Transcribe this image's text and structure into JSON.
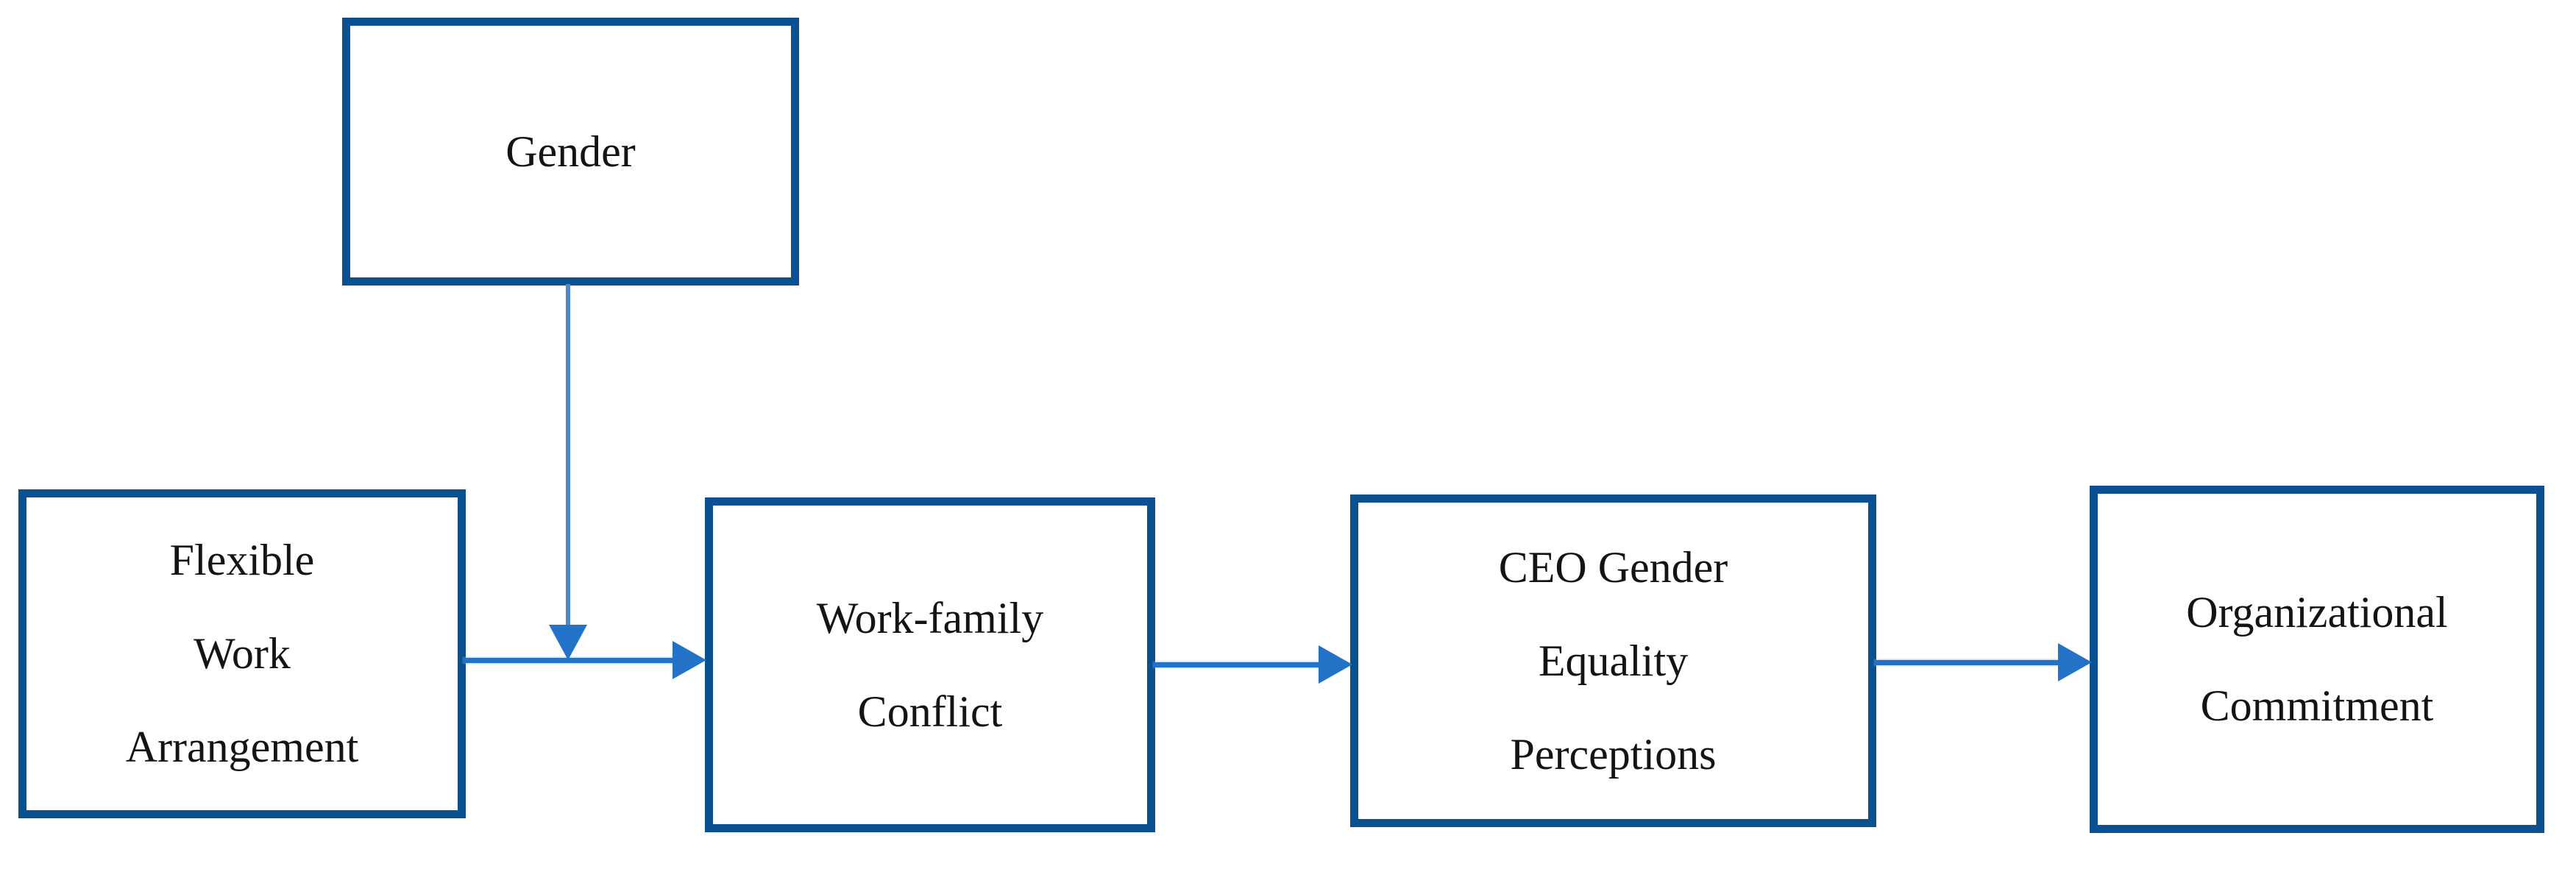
{
  "diagram": {
    "background": "#ffffff",
    "colors": {
      "box_border": "#0a5191",
      "arrow": "#2272c8",
      "moderator_arrow": "#4c87cf",
      "text": "#141414"
    },
    "boxes": [
      {
        "id": "gender",
        "label": "Gender",
        "lines": [
          "Gender"
        ]
      },
      {
        "id": "flexible-work-arrangement",
        "label": "Flexible Work Arrangement",
        "lines": [
          "Flexible",
          "Work",
          "Arrangement"
        ]
      },
      {
        "id": "work-family-conflict",
        "label": "Work-family Conflict",
        "lines": [
          "Work-family",
          "Conflict"
        ]
      },
      {
        "id": "ceo-gender-equality-perceptions",
        "label": "CEO Gender Equality Perceptions",
        "lines": [
          "CEO Gender",
          "Equality",
          "Perceptions"
        ]
      },
      {
        "id": "organizational-commitment",
        "label": "Organizational Commitment",
        "lines": [
          "Organizational",
          "Commitment"
        ]
      }
    ],
    "connectors": [
      {
        "from": "flexible-work-arrangement",
        "to": "work-family-conflict",
        "type": "arrow-right"
      },
      {
        "from": "work-family-conflict",
        "to": "ceo-gender-equality-perceptions",
        "type": "arrow-right"
      },
      {
        "from": "ceo-gender-equality-perceptions",
        "to": "organizational-commitment",
        "type": "arrow-right"
      },
      {
        "from": "gender",
        "to": "arrow(flexible-work-arrangement, work-family-conflict)",
        "type": "arrow-down-moderation"
      }
    ]
  }
}
